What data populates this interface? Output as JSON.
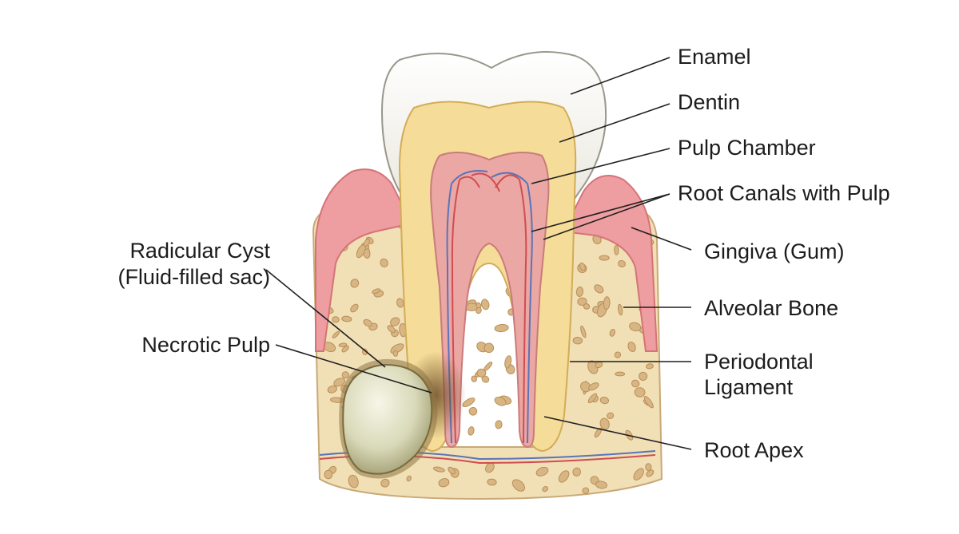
{
  "labels": {
    "enamel": "Enamel",
    "dentin": "Dentin",
    "pulp_chamber": "Pulp Chamber",
    "root_canals": "Root Canals with Pulp",
    "gingiva": "Gingiva (Gum)",
    "alveolar_bone": "Alveolar Bone",
    "periodontal_ligament": [
      "Periodontal",
      "Ligament"
    ],
    "root_apex": "Root Apex",
    "radicular_cyst": [
      "Radicular Cyst",
      "(Fluid-filled sac)"
    ],
    "necrotic_pulp": "Necrotic Pulp"
  },
  "colors": {
    "enamel": "#f4f3ee",
    "dentin": "#f5dc98",
    "pulp": "#eba7a4",
    "gingiva": "#ee9ea0",
    "bone": "#f1dfb5",
    "cyst": "#d6d6b6",
    "vein": "#5a74b8",
    "artery": "#cf4d52"
  }
}
